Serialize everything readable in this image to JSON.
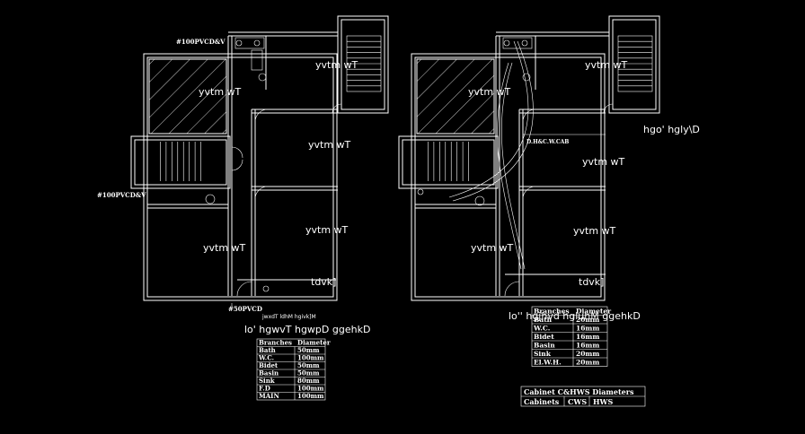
{
  "plan_left": {
    "rooms": [
      "yvtm wT",
      "yvtm wT",
      "yvtm wT",
      "yvtm wT",
      "yvtm wT"
    ],
    "kitchen": "tdvk]",
    "pipe_tags": [
      "#100PVCD&V",
      "#100PVCD&V",
      "#50PVCD"
    ],
    "small_text": "jwxdT ldhM hgivk]M",
    "caption": "lo' hgwvT hgwpD ggehkD",
    "table": {
      "header": [
        "Branches",
        "Diameter"
      ],
      "rows": [
        [
          "Bath",
          "50mm"
        ],
        [
          "W.C.",
          "100mm"
        ],
        [
          "Bidet",
          "50mm"
        ],
        [
          "Basin",
          "50mm"
        ],
        [
          "Sink",
          "80mm"
        ],
        [
          "F.D",
          "100mm"
        ],
        [
          "MAIN",
          "100mm"
        ]
      ]
    }
  },
  "plan_right": {
    "rooms": [
      "yvtm wT",
      "yvtm wT",
      "yvtm wT",
      "yvtm wT",
      "yvtm wT"
    ],
    "kitchen": "tdvk]",
    "side_label": "hgo' hgly\\D",
    "cabinet_tag": "D.H&C.W.CAB",
    "caption": "lo'' hgjhvd hgluhM ggehkD",
    "table": {
      "header": [
        "Branches",
        "Diameter"
      ],
      "rows": [
        [
          "Bath",
          "20mm"
        ],
        [
          "W.C.",
          "16mm"
        ],
        [
          "Bidet",
          "16mm"
        ],
        [
          "Basin",
          "16mm"
        ],
        [
          "Sink",
          "20mm"
        ],
        [
          "El.W.H.",
          "20mm"
        ]
      ]
    },
    "cabinet_table": {
      "title": "Cabinet C&HWS Diameters",
      "cols": [
        "Cabinets",
        "CWS",
        "HWS"
      ]
    }
  }
}
